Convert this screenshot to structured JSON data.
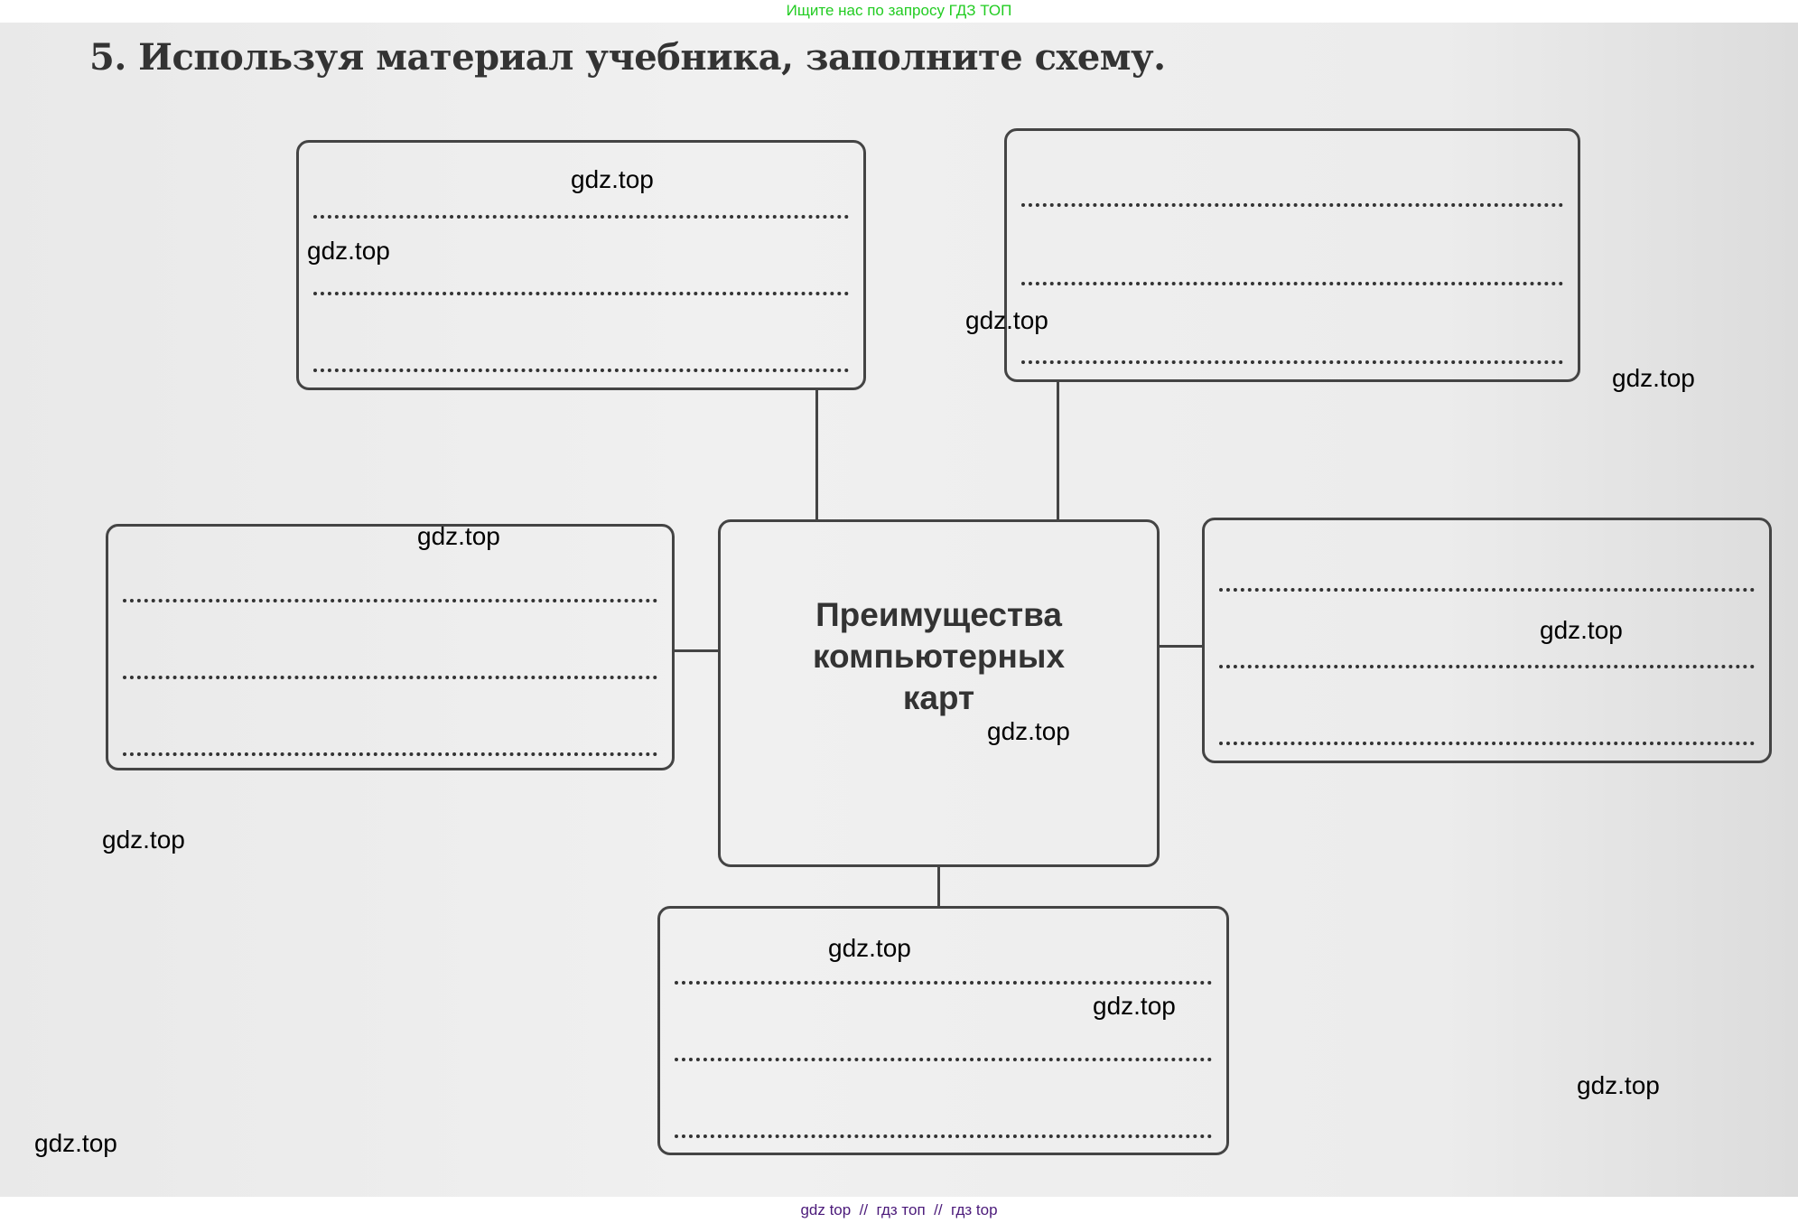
{
  "header": {
    "banner": "Ищите нас по запросу ГДЗ ТОП"
  },
  "task": {
    "title": "5. Используя материал учебника, заполните схему."
  },
  "diagram": {
    "center_label": [
      "Преимущества",
      "компьютерных",
      "карт"
    ]
  },
  "watermarks": [
    "gdz.top",
    "gdz.top",
    "gdz.top",
    "gdz.top",
    "gdz.top",
    "gdz.top",
    "gdz.top",
    "gdz.top",
    "gdz.top",
    "gdz.top",
    "gdz.top",
    "gdz.top"
  ],
  "footer": {
    "banner": "gdz top  //  гдз топ  //  гдз top"
  }
}
